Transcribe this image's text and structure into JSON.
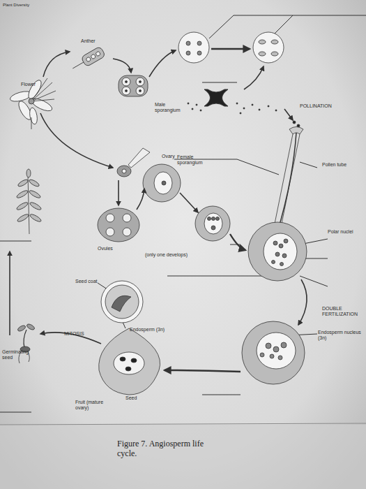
{
  "diagram": {
    "caption": "Figure 7. Angiosperm life cycle.",
    "labels": [
      "Plant Diversity",
      "Anther",
      "Flower",
      "Male sporangium",
      "POLLINATION",
      "Ovary",
      "Female sporangium",
      "Pollen tube",
      "Polar nuclei",
      "Ovules",
      "(only one develops)",
      "Seed coat",
      "DOUBLE FERTILIZATION",
      "MITOSIS",
      "Endosperm (3n)",
      "Endosperm nucleus (3n)",
      "Germinating seed",
      "Seed",
      "Fruit (mature ovary)"
    ]
  }
}
